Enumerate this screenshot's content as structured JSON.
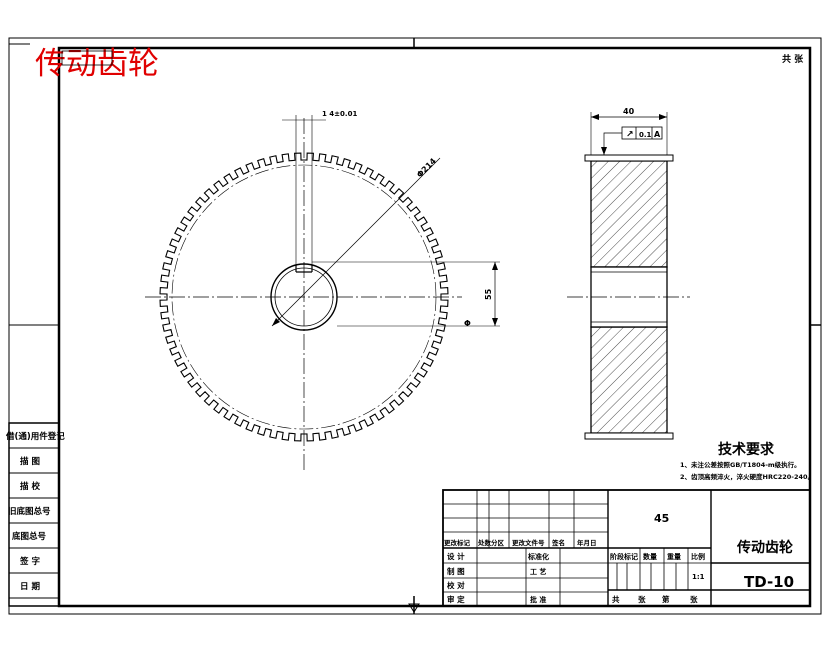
{
  "header": {
    "handwritten_title": "传动齿轮",
    "corner_mark": "共 张"
  },
  "drawing": {
    "dim_key_width": "1 4±0.01",
    "dim_outer_diameter": "Φ214",
    "dim_bore_height": "55",
    "dim_hub_label": "Φ",
    "dim_face_width": "40",
    "tolerance_symbol": "↗",
    "tolerance_value": "0.1",
    "tolerance_datum": "A"
  },
  "tech_requirements": {
    "heading": "技术要求",
    "line1": "1、未注公差按照GB/T1804-m级执行。",
    "line2": "2、齿顶高频淬火，淬火硬度HRC220-240。"
  },
  "left_strip": {
    "items": [
      "借(通)用件登记",
      "描 图",
      "描 校",
      "旧底图总号",
      "底图总号",
      "签 字",
      "日 期"
    ]
  },
  "title_block": {
    "material": "45",
    "part_name": "传动齿轮",
    "drawing_number": "TD-10",
    "scale": "1:1",
    "change_header": [
      "更改标记",
      "处数",
      "分区",
      "更改文件号",
      "签名",
      "年月日"
    ],
    "roles": [
      "设 计",
      "制 图",
      "校 对",
      "审 定"
    ],
    "standardization": "标准化",
    "process": "工 艺",
    "approve": "批 准",
    "stage_headers": [
      "阶段标记",
      "数量",
      "重量",
      "比例"
    ],
    "sheet_info": [
      "共",
      "张",
      "第",
      "张"
    ]
  }
}
